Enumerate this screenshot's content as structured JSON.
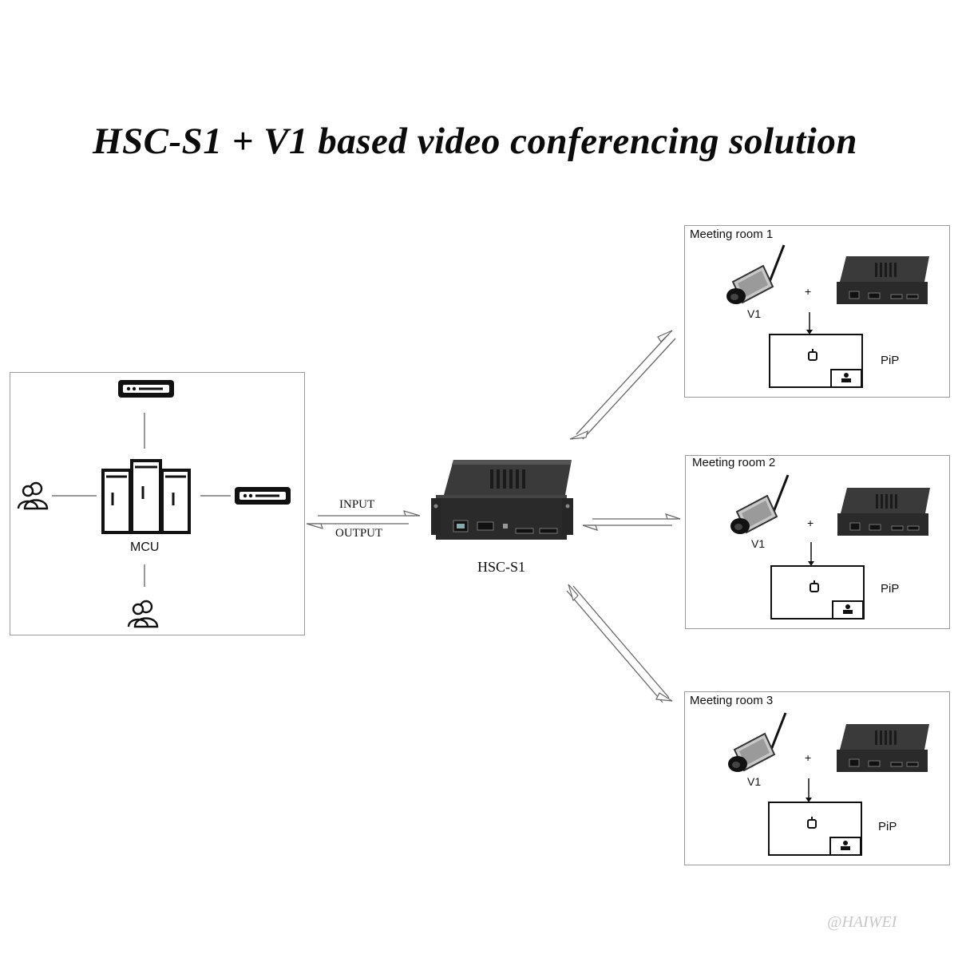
{
  "title": "HSC-S1 + V1 based video conferencing solution",
  "mcu": {
    "label": "MCU"
  },
  "link": {
    "input_label": "INPUT",
    "output_label": "OUTPUT"
  },
  "device": {
    "label": "HSC-S1"
  },
  "rooms": [
    {
      "title": "Meeting room 1",
      "camera_label": "V1",
      "plus": "+",
      "pip_label": "PiP"
    },
    {
      "title": "Meeting room 2",
      "camera_label": "V1",
      "plus": "+",
      "pip_label": "PiP"
    },
    {
      "title": "Meeting room 3",
      "camera_label": "V1",
      "plus": "+",
      "pip_label": "PiP"
    }
  ],
  "watermark": "@HAIWEI",
  "icons": {
    "server_rack": "server-rack-icon",
    "terminal": "terminal-device-icon",
    "users": "users-icon",
    "camera": "ip-camera-icon",
    "encoder": "encoder-box-icon",
    "screen": "pip-screen-icon"
  },
  "colors": {
    "line": "#555555",
    "device": "#2a2a2a",
    "panel_border": "#9a9a9a"
  }
}
